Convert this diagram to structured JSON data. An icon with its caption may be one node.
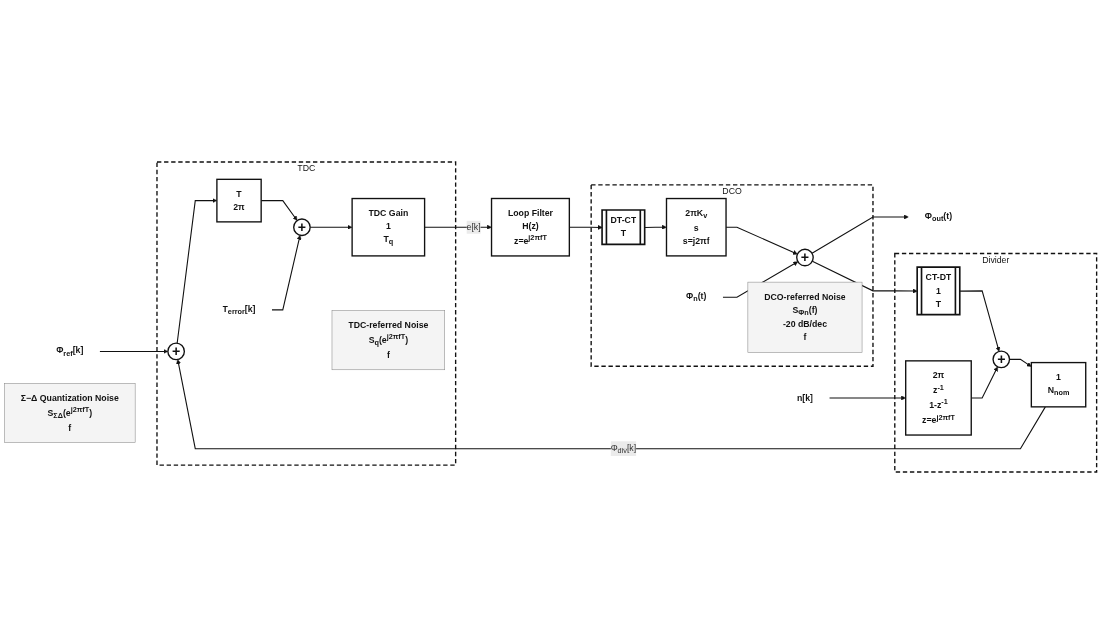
{
  "diagram": {
    "nodes": [
      {
        "text": [
          "TDC"
        ]
      },
      {
        "text": [
          "TDC-referred Noise",
          "S$_{q}$(e$^{j2πfT}$)",
          "f"
        ],
        "in": 0
      },
      {
        "text": [
          "Φ$_{ref}$[k]"
        ]
      },
      {
        "text": [
          "+"
        ],
        "in": 0
      },
      {
        "text": [
          "T",
          "2π"
        ],
        "in": 0
      },
      {
        "text": [
          "+"
        ],
        "in": 0
      },
      {
        "text": [
          "T$_{error}$[k]"
        ],
        "in": 0
      },
      {
        "text": [
          "TDC Gain",
          "1",
          "T$_{q}$"
        ],
        "in": 0
      },
      {
        "text": [
          "Loop Filter",
          "H(z)",
          "z=e$^{j2πfT}$"
        ]
      },
      {
        "text": [
          "DCO"
        ]
      },
      {
        "text": [
          "DCO-referred Noise",
          "S$_{Φn}$(f)",
          "-20 dB/dec",
          "f"
        ],
        "in": 9
      },
      {
        "text": [
          "DT-CT",
          "T"
        ],
        "in": 9
      },
      {
        "text": [
          "2πK$_{v}$",
          "s",
          "s=j2πf"
        ],
        "in": 9
      },
      {
        "text": [
          "Φ$_{n}$(t)"
        ],
        "in": 9
      },
      {
        "text": [
          "+"
        ],
        "in": 9
      },
      {
        "text": [
          "Φ$_{out}$(t)"
        ]
      },
      {
        "text": [
          "Divider"
        ]
      },
      {
        "text": [
          "CT-DT",
          "1",
          "T"
        ],
        "in": 16
      },
      {
        "text": [
          "+"
        ],
        "in": 16
      },
      {
        "text": [
          "1",
          "N$_{nom}$"
        ],
        "in": 16
      },
      {
        "text": [
          "2π",
          "z$^{-1}$",
          "1-z$^{-1}$",
          "z=e$^{j2πfT}$"
        ],
        "in": 16
      },
      {
        "text": [
          "n[k]"
        ]
      },
      {
        "text": [
          "Σ−Δ Quantization Noise",
          "S$_{ΣΔ}$(e$^{j2πfT}$)",
          "f"
        ]
      }
    ],
    "edges": [
      {
        "from": 2,
        "to": 3,
        "arrow": "to"
      },
      {
        "from": 3,
        "to": 4,
        "arrow": "to"
      },
      {
        "from": 4,
        "to": 5,
        "arrow": "to"
      },
      {
        "from": 6,
        "to": 5,
        "arrow": "to"
      },
      {
        "from": 5,
        "to": 7,
        "arrow": "to"
      },
      {
        "from": 7,
        "to": 8,
        "arrow": "to",
        "label": "e[k]"
      },
      {
        "from": 8,
        "to": 11,
        "arrow": "to"
      },
      {
        "from": 11,
        "to": 12,
        "arrow": "to"
      },
      {
        "from": 12,
        "to": 14,
        "arrow": "to"
      },
      {
        "from": 13,
        "to": 14,
        "arrow": "to"
      },
      {
        "from": 14,
        "to": 15,
        "arrow": "to"
      },
      {
        "from": 14,
        "to": 17,
        "arrow": "to"
      },
      {
        "from": 17,
        "to": 18,
        "arrow": "to"
      },
      {
        "from": 18,
        "to": 19,
        "arrow": "to"
      },
      {
        "from": 19,
        "to": 3,
        "arrow": "to",
        "label": "Φ$_{div}$[k]"
      },
      {
        "from": 21,
        "to": 20,
        "arrow": "to"
      },
      {
        "from": 20,
        "to": 18,
        "arrow": "to"
      }
    ]
  }
}
